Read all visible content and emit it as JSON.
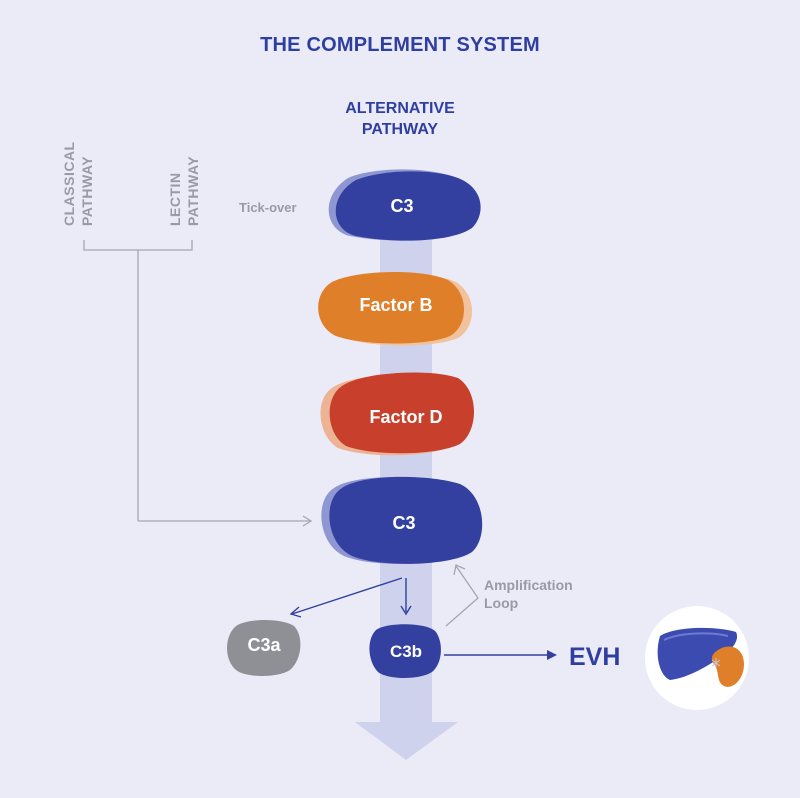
{
  "title": "THE COMPLEMENT SYSTEM",
  "alternative_pathway": {
    "line1": "ALTERNATIVE",
    "line2": "PATHWAY"
  },
  "classical_pathway": {
    "line1": "CLASSICAL",
    "line2": "PATHWAY"
  },
  "lectin_pathway": {
    "line1": "LECTIN",
    "line2": "PATHWAY"
  },
  "tick_over": "Tick-over",
  "nodes": {
    "c3_top": "C3",
    "factor_b": "Factor B",
    "factor_d": "Factor D",
    "c3_main": "C3",
    "c3a": "C3a",
    "c3b": "C3b"
  },
  "amplification_loop": {
    "line1": "Amplification",
    "line2": "Loop"
  },
  "evh": "EVH",
  "colors": {
    "background": "#ebebf7",
    "navy": "#2f3fa0",
    "orange": "#e07f2a",
    "red": "#c8402c",
    "gray": "#9a9aa5",
    "column": "#cfd2ec"
  }
}
